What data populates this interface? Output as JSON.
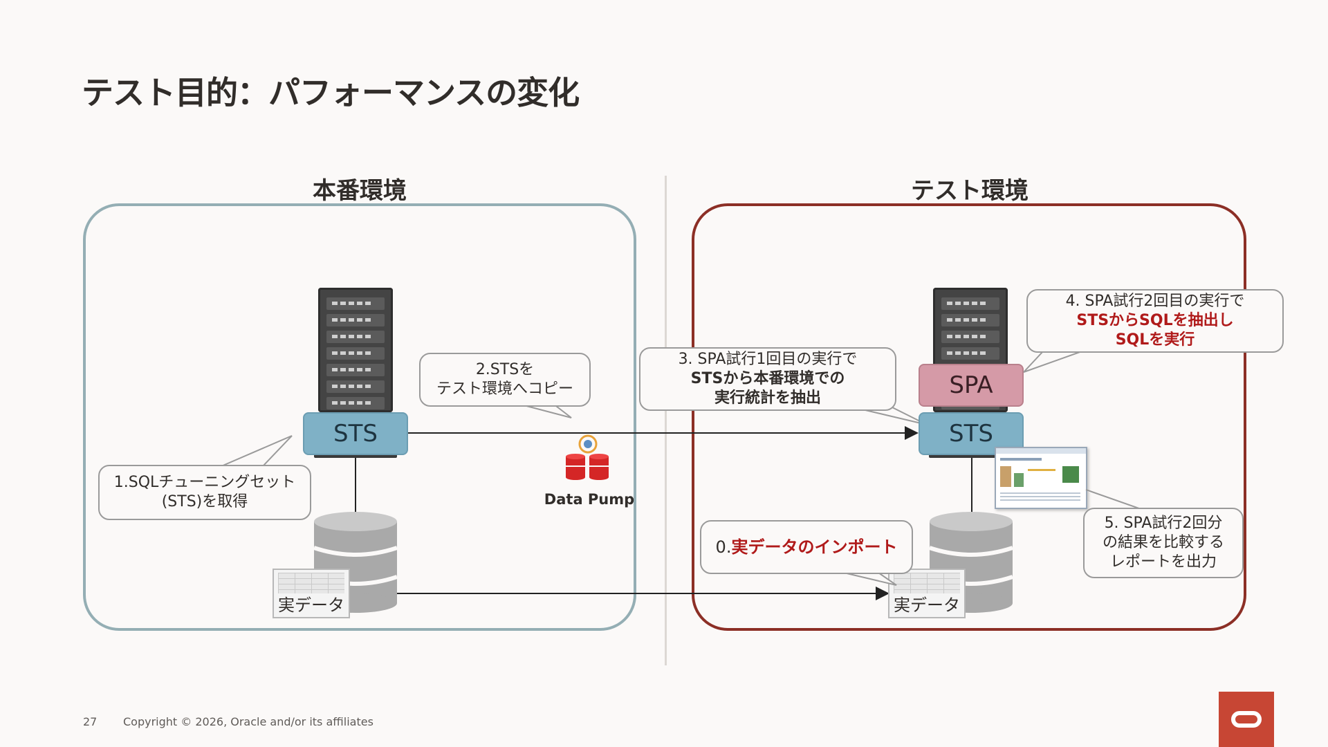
{
  "slide": {
    "title": "テスト目的：パフォーマンスの変化",
    "page_number": "27",
    "copyright": "Copyright © 2026, Oracle and/or its affiliates"
  },
  "prod": {
    "title": "本番環境",
    "sts_label": "STS",
    "data_label": "実データ",
    "step1_line1": "1.SQLチューニングセット",
    "step1_line2": "(STS)を取得",
    "step2_line1": "2.STSを",
    "step2_line2": "テスト環境へコピー"
  },
  "datapump": {
    "label": "Data Pump"
  },
  "test": {
    "title": "テスト環境",
    "sts_label": "STS",
    "spa_label": "SPA",
    "data_label": "実データ",
    "step0_prefix": "0.",
    "step0_text": "実データのインポート",
    "step3_line1": "3. SPA試行1回目の実行で",
    "step3_line2": "STSから本番環境での",
    "step3_line3": "実行統計を抽出",
    "step4_line1": "4. SPA試行2回目の実行で",
    "step4_line2": "STSからSQLを抽出し",
    "step4_line3": "SQLを実行",
    "step5_line1": "5. SPA試行2回分",
    "step5_line2": "の結果を比較する",
    "step5_line3": "レポートを出力"
  },
  "colors": {
    "prod_border": "#94aeb4",
    "test_border": "#8c2f26",
    "sts_fill": "#7fb1c6",
    "spa_fill": "#d59aa7",
    "emphasis_red": "#b01a1a",
    "oracle_red": "#c74634"
  }
}
